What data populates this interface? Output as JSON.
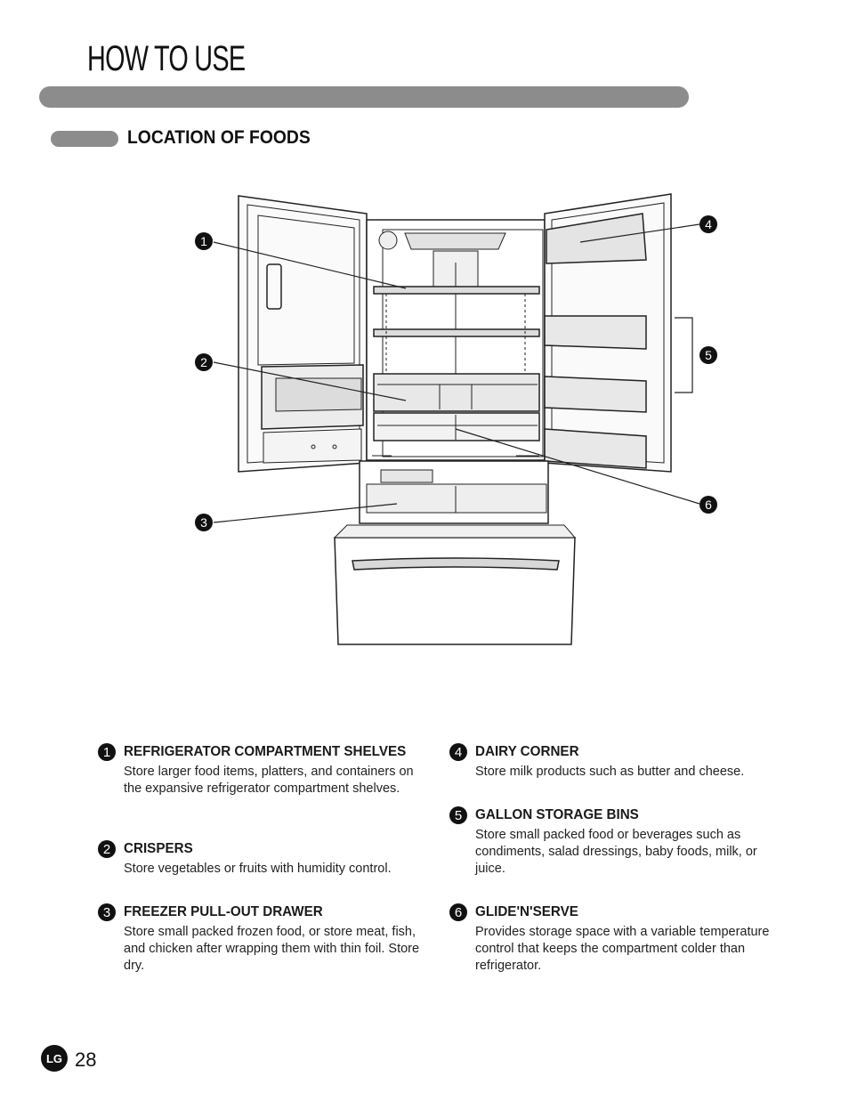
{
  "header": {
    "title": "HOW TO USE",
    "section": "LOCATION OF FOODS"
  },
  "diagram": {
    "callouts": [
      "1",
      "2",
      "3",
      "4",
      "5",
      "6"
    ]
  },
  "items": [
    {
      "num": "1",
      "title": "REFRIGERATOR COMPARTMENT SHELVES",
      "desc": "Store larger food items, platters, and containers on the expansive refrigerator compartment shelves."
    },
    {
      "num": "2",
      "title": "CRISPERS",
      "desc": "Store vegetables or fruits with humidity control."
    },
    {
      "num": "3",
      "title": "FREEZER PULL-OUT DRAWER",
      "desc": "Store small packed frozen food, or store meat, fish, and chicken after wrapping them with thin foil. Store dry."
    },
    {
      "num": "4",
      "title": "DAIRY CORNER",
      "desc": "Store milk products such as butter and cheese."
    },
    {
      "num": "5",
      "title": "GALLON STORAGE BINS",
      "desc": "Store small packed food or beverages such as condiments, salad dressings, baby foods, milk, or juice."
    },
    {
      "num": "6",
      "title": "GLIDE'N'SERVE",
      "desc": "Provides storage space with a variable temperature control that keeps the compartment colder than refrigerator."
    }
  ],
  "footer": {
    "logo": "LG",
    "page_number": "28"
  }
}
